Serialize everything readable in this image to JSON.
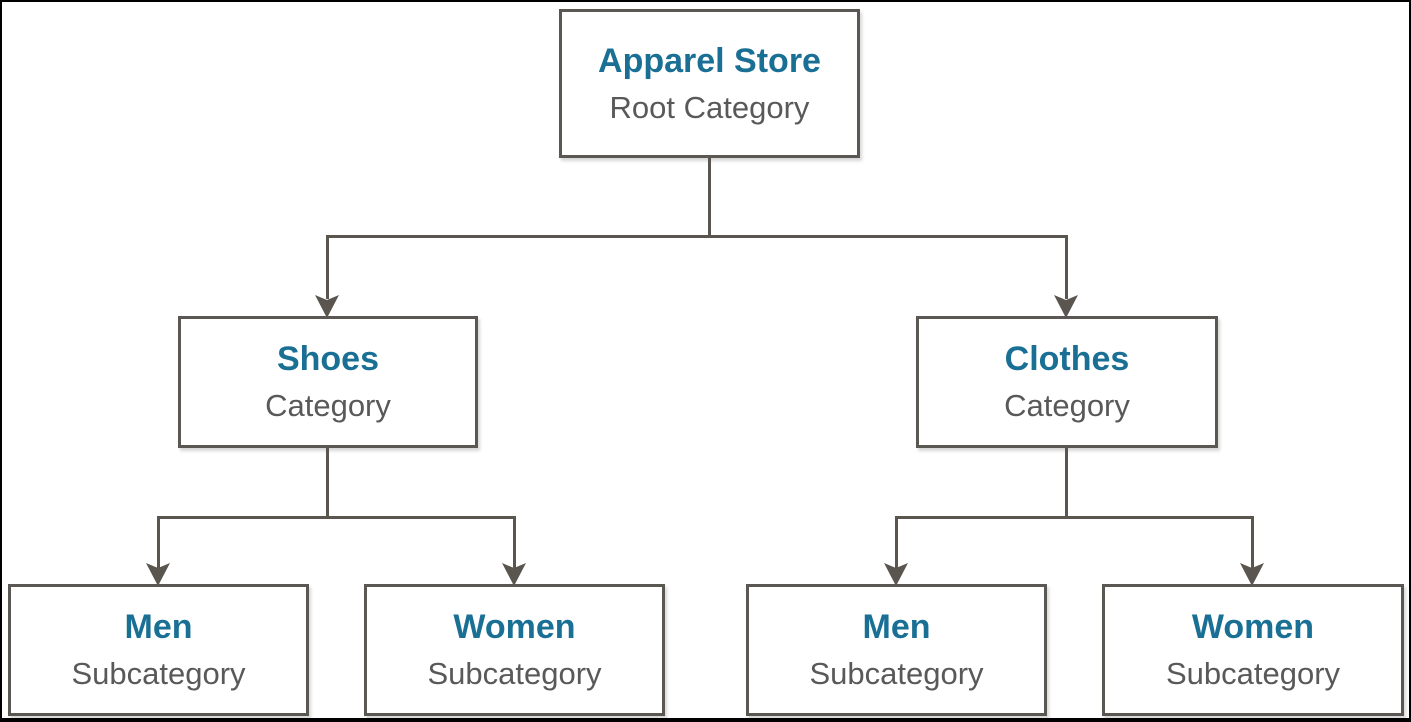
{
  "diagram": {
    "type": "tree",
    "description": "Apparel store category hierarchy",
    "colors": {
      "title": "#1a6f94",
      "subtitle": "#595959",
      "connector": "#5a564f",
      "node_border": "#5b5752",
      "frame": "#000000",
      "background": "#ffffff"
    },
    "nodes": [
      {
        "id": "root",
        "title": "Apparel Store",
        "subtitle": "Root Category",
        "parent": null
      },
      {
        "id": "shoes",
        "title": "Shoes",
        "subtitle": "Category",
        "parent": "root"
      },
      {
        "id": "clothes",
        "title": "Clothes",
        "subtitle": "Category",
        "parent": "root"
      },
      {
        "id": "men-shoes",
        "title": "Men",
        "subtitle": "Subcategory",
        "parent": "shoes"
      },
      {
        "id": "women-shoes",
        "title": "Women",
        "subtitle": "Subcategory",
        "parent": "shoes"
      },
      {
        "id": "men-clothes",
        "title": "Men",
        "subtitle": "Subcategory",
        "parent": "clothes"
      },
      {
        "id": "women-clothes",
        "title": "Women",
        "subtitle": "Subcategory",
        "parent": "clothes"
      }
    ]
  }
}
